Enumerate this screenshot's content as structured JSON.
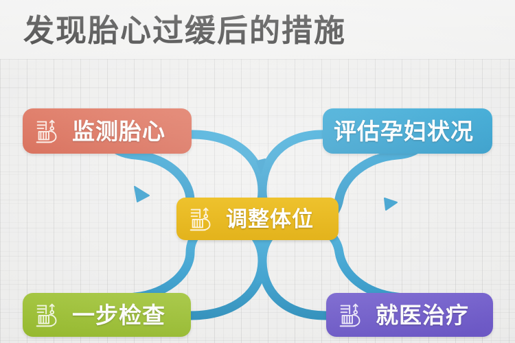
{
  "page": {
    "title": "发现胎心过缓后的措施",
    "background_color": "#efefee",
    "connector_color": "#1e93c9"
  },
  "diagram": {
    "type": "mind-map",
    "center": {
      "id": "position",
      "label": "调整体位",
      "color": "#e8bb26",
      "icon": "pregnant-care-icon"
    },
    "nodes": [
      {
        "id": "monitor",
        "label": "监测胎心",
        "color": "#d9604a",
        "icon": "pregnant-care-icon",
        "position": "top-left"
      },
      {
        "id": "assess",
        "label": "评估孕妇状况",
        "color": "#219bcd",
        "icon": "none",
        "position": "top-right"
      },
      {
        "id": "check",
        "label": "一步检查",
        "color": "#95bc24",
        "icon": "pregnant-care-icon",
        "position": "bottom-left"
      },
      {
        "id": "treat",
        "label": "就医治疗",
        "color": "#6350c7",
        "icon": "pregnant-care-icon",
        "position": "bottom-right"
      }
    ],
    "connections": [
      {
        "from": "monitor",
        "to": "position",
        "style": "curved-loop",
        "arrow": true
      },
      {
        "from": "assess",
        "to": "position",
        "style": "curved-loop",
        "arrow": true
      },
      {
        "from": "check",
        "to": "position",
        "style": "curved-loop",
        "arrow": true
      },
      {
        "from": "treat",
        "to": "position",
        "style": "curved-loop",
        "arrow": true
      }
    ]
  }
}
